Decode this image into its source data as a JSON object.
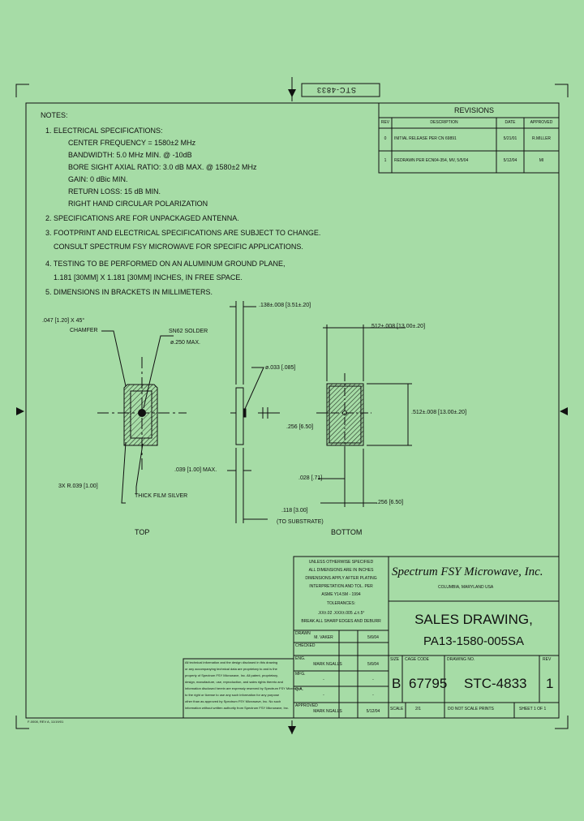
{
  "stamp_top": "STC-4833",
  "notes": {
    "heading": "NOTES:",
    "lines": [
      "1. ELECTRICAL SPECIFICATIONS:",
      "CENTER FREQUENCY = 1580±2 MHz",
      "BANDWIDTH: 5.0 MHz MIN. @ -10dB",
      "BORE SIGHT AXIAL RATIO: 3.0 dB MAX. @ 1580±2 MHz",
      "GAIN: 0 dBic MIN.",
      "RETURN LOSS: 15 dB MIN.",
      "RIGHT HAND CIRCULAR POLARIZATION",
      "2. SPECIFICATIONS ARE FOR UNPACKAGED ANTENNA.",
      "3. FOOTPRINT AND ELECTRICAL SPECIFICATIONS ARE SUBJECT TO CHANGE.",
      "CONSULT SPECTRUM FSY MICROWAVE FOR SPECIFIC APPLICATIONS.",
      "4. TESTING TO BE PERFORMED ON AN ALUMINUM GROUND PLANE,",
      "1.181 [30MM] X 1.181 [30MM] INCHES, IN FREE SPACE.",
      "5. DIMENSIONS IN BRACKETS IN MILLIMETERS."
    ]
  },
  "revisions": {
    "title": "REVISIONS",
    "headers": [
      "REV",
      "DESCRIPTION",
      "DATE",
      "APPROVED"
    ],
    "rows": [
      [
        "0",
        "INITIAL RELEASE PER CN 69891",
        "5/21/01",
        "R.MILLER"
      ],
      [
        "1",
        "REDRAWN PER ECN04-354, MV, 5/5/04",
        "5/12/04",
        "MI"
      ]
    ]
  },
  "dims": {
    "chamfer": ".047 [1.20] X 45°",
    "chamfer2": "CHAMFER",
    "solder": "SN62 SOLDER",
    "solder2": "ø.250 MAX.",
    "side_top": ".138±.008 [3.51±.20]",
    "pin": "ø.033 [.085]",
    "bottom_w": ".512±.008 [13.00±.20]",
    "bottom_h": ".512±.008 [13.00±.20]",
    "feed_y": ".256 [6.50]",
    "feed_x": ".256 [6.50]",
    "pin_len": ".028 [.71]",
    "silver_max": ".039 [1.00] MAX.",
    "radius": "3X R.039 [1.00]",
    "thick_film": "THICK FILM SILVER",
    "substrate": ".118 [3.00]",
    "substrate2": "(TO SUBSTRATE)",
    "view_top": "TOP",
    "view_bottom": "BOTTOM"
  },
  "tolerance": [
    "UNLESS OTHERWISE SPECIFIED",
    "ALL DIMENSIONS ARE IN INCHES",
    "DIMENSIONS APPLY AFTER PLATING",
    "INTERPRETATION AND TOL. PER",
    "ASME Y14.5M - 1994",
    "TOLERANCES:",
    ".XX±.02    .XXX±.005    ∠±.5°",
    "BREAK ALL SHARP EDGES AND DEBURR"
  ],
  "approvals": [
    {
      "role": "DRAWN",
      "name": "M. VAKER",
      "date": "5/6/04"
    },
    {
      "role": "CHECKED",
      "name": "",
      "date": ""
    },
    {
      "role": "ENG.",
      "name": "MARK NGALLS",
      "date": "5/6/04"
    },
    {
      "role": "MFG.",
      "name": "-",
      "date": "-"
    },
    {
      "role": "Q.A.",
      "name": "-",
      "date": "-"
    },
    {
      "role": "APPROVED",
      "name": "MARK NGALLS",
      "date": "5/12/04"
    }
  ],
  "proprietary": [
    "All technical information and the design disclosed in this drawing",
    "or any accompanying technical data are proprietary to and is the",
    "property of Spectrum FSY Microwave, Inc. All patent, proprietary,",
    "design, manufacture, use, reproduction, and sales rights thereto and",
    "information disclosed herein are expressly reserved by Spectrum FSY Microwave",
    "to the right or license to use any such information for any purpose",
    "other than as approved by Spectrum FSY Microwave, Inc. No such",
    "information without written authority from Spectrum FSY Microwave, Inc."
  ],
  "form_no": "F-0008, REV A, 11/19/01",
  "company": {
    "name": "Spectrum FSY Microwave, Inc.",
    "location": "COLUMBIA, MARYLAND USA"
  },
  "drawing_title": [
    "SALES DRAWING,",
    "PA13-1580-005SA"
  ],
  "titleblock": {
    "size_label": "SIZE",
    "size": "B",
    "cage_label": "CAGE CODE",
    "cage": "67795",
    "dwg_label": "DRAWING NO.",
    "dwg": "STC-4833",
    "rev_label": "REV",
    "rev": "1",
    "scale_label": "SCALE",
    "scale": "2/1",
    "no_scale": "DO NOT SCALE PRINTS",
    "sheet": "SHEET 1 OF 1"
  },
  "colors": {
    "background": "#a6dca6",
    "ink": "#111111",
    "hatch": "#3a5a3a"
  }
}
